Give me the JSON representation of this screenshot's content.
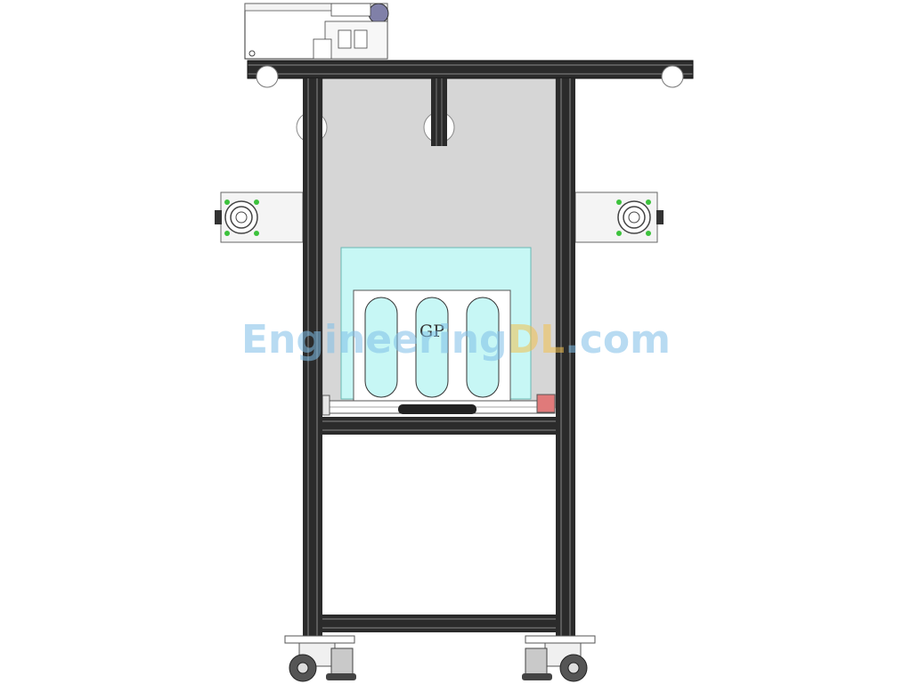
{
  "drawing": {
    "tray_label": "GP"
  },
  "watermark": {
    "part1": "Engineering",
    "part2": "DL",
    "part3": ".com"
  },
  "colors": {
    "profile": "#2b2b2b",
    "profile_edge": "#6a6a6a",
    "back_panel": "#d6d6d6",
    "acrylic": "#c7f7f5",
    "tray": "#ffffff",
    "slot": "#c7f7f5",
    "bracket": "#f2f2f2",
    "green_screw": "#3cc23c",
    "red_stop": "#e07a7a",
    "wheel": "#555555"
  }
}
